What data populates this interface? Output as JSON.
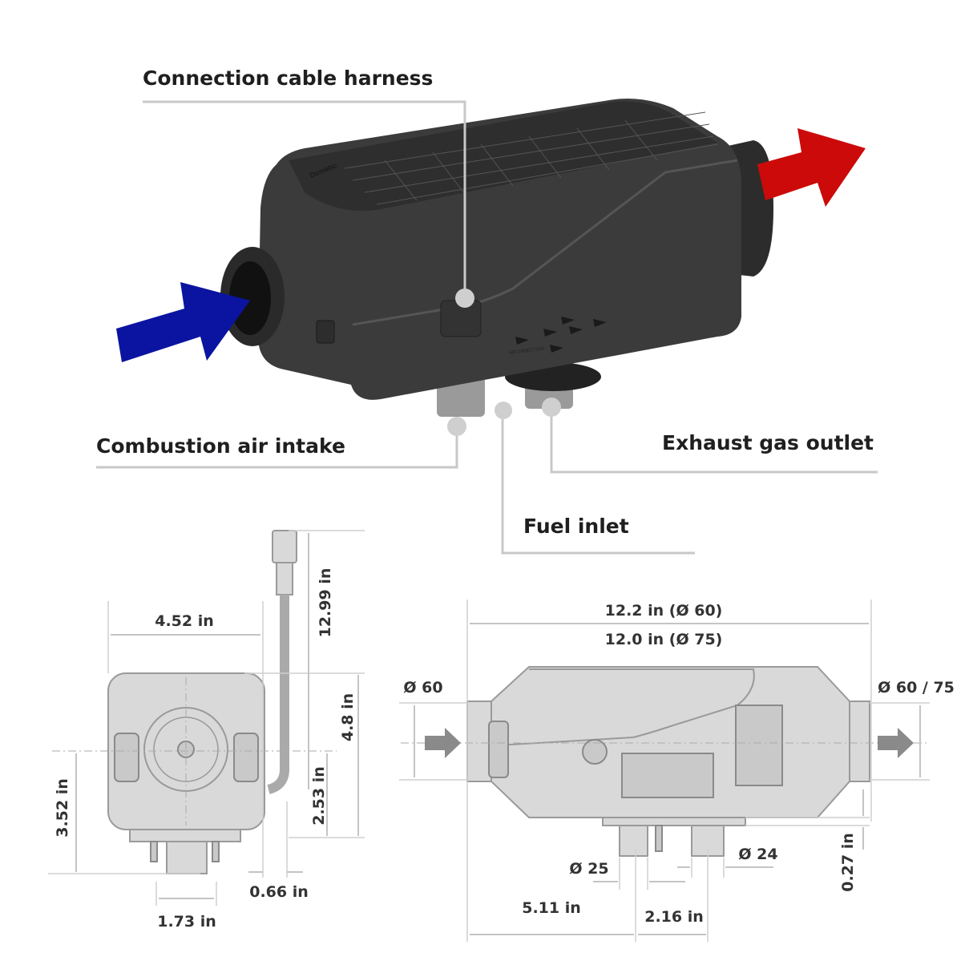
{
  "callouts": {
    "cable_harness": "Connection cable harness",
    "air_intake": "Combustion air intake",
    "fuel_inlet": "Fuel inlet",
    "exhaust_outlet": "Exhaust gas outlet"
  },
  "product": {
    "air_direction_text": "AIR DIRECTION",
    "brand_logo_text": "Dometic"
  },
  "front_view": {
    "width": "4.52 in",
    "cable_length": "12.99 in",
    "height": "4.8 in",
    "lower_height": "3.52 in",
    "pipe_center_height": "2.53 in",
    "offset": "0.66 in",
    "foot_width": "1.73 in"
  },
  "side_view": {
    "length_60": "12.2 in (Ø 60)",
    "length_75": "12.0 in (Ø 75)",
    "inlet_diameter": "Ø 60",
    "outlet_diameter": "Ø 60 / 75",
    "intake_pipe_diameter": "Ø 25",
    "exhaust_pipe_diameter": "Ø 24",
    "flange_height": "0.27 in",
    "to_intake": "5.11 in",
    "pipe_spacing": "2.16 in"
  },
  "colors": {
    "inlet_arrow": "#0a14a0",
    "outlet_arrow": "#cc0a0a",
    "body": "#3b3b3b"
  }
}
